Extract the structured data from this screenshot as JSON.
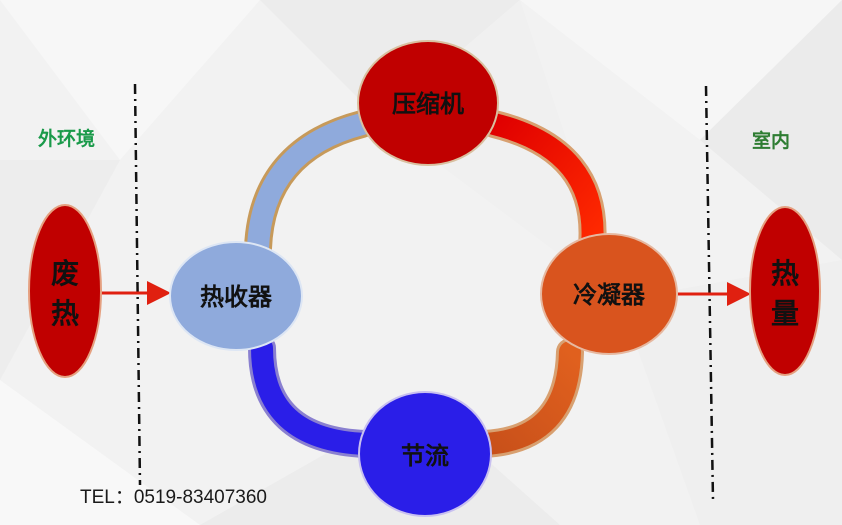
{
  "zones": {
    "outside": "外环境",
    "indoor": "室内"
  },
  "nodes": {
    "compressor": "压缩机",
    "condenser": "冷凝器",
    "throttle": "节流",
    "absorber": "热收器",
    "waste_heat": [
      "废",
      "热"
    ],
    "heat": [
      "热",
      "量"
    ]
  },
  "footer": {
    "tel": "TEL：0519-83407360"
  },
  "colors": {
    "compressor": "#c00000",
    "condenser": "#d9541e",
    "throttle": "#2a1ee8",
    "absorber": "#8faadc",
    "source_sink": "#c00000",
    "arrow": "#e02010",
    "zone_outside_text": "#1a9a4a",
    "zone_indoor_text": "#2e7d32"
  }
}
